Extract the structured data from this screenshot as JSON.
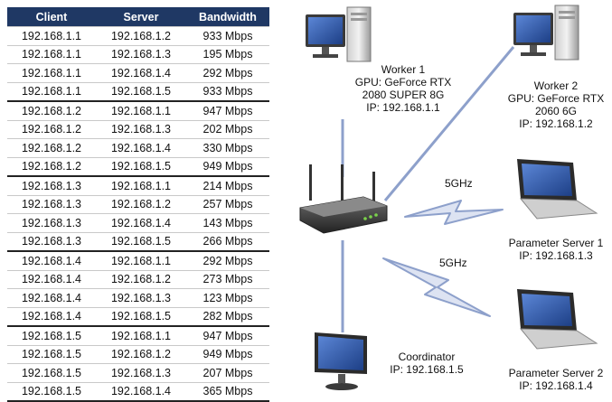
{
  "table": {
    "headers": [
      "Client",
      "Server",
      "Bandwidth"
    ],
    "rows": [
      [
        "192.168.1.1",
        "192.168.1.2",
        "933 Mbps"
      ],
      [
        "192.168.1.1",
        "192.168.1.3",
        "195 Mbps"
      ],
      [
        "192.168.1.1",
        "192.168.1.4",
        "292 Mbps"
      ],
      [
        "192.168.1.1",
        "192.168.1.5",
        "933 Mbps"
      ],
      [
        "192.168.1.2",
        "192.168.1.1",
        "947 Mbps"
      ],
      [
        "192.168.1.2",
        "192.168.1.3",
        "202 Mbps"
      ],
      [
        "192.168.1.2",
        "192.168.1.4",
        "330 Mbps"
      ],
      [
        "192.168.1.2",
        "192.168.1.5",
        "949 Mbps"
      ],
      [
        "192.168.1.3",
        "192.168.1.1",
        "214 Mbps"
      ],
      [
        "192.168.1.3",
        "192.168.1.2",
        "257 Mbps"
      ],
      [
        "192.168.1.3",
        "192.168.1.4",
        "143 Mbps"
      ],
      [
        "192.168.1.3",
        "192.168.1.5",
        "266 Mbps"
      ],
      [
        "192.168.1.4",
        "192.168.1.1",
        "292 Mbps"
      ],
      [
        "192.168.1.4",
        "192.168.1.2",
        "273 Mbps"
      ],
      [
        "192.168.1.4",
        "192.168.1.3",
        "123 Mbps"
      ],
      [
        "192.168.1.4",
        "192.168.1.5",
        "282 Mbps"
      ],
      [
        "192.168.1.5",
        "192.168.1.1",
        "947 Mbps"
      ],
      [
        "192.168.1.5",
        "192.168.1.2",
        "949 Mbps"
      ],
      [
        "192.168.1.5",
        "192.168.1.3",
        "207 Mbps"
      ],
      [
        "192.168.1.5",
        "192.168.1.4",
        "365 Mbps"
      ]
    ]
  },
  "diagram": {
    "worker1": {
      "name": "Worker 1",
      "gpu": "GPU: GeForce RTX",
      "gpu_model": "2080 SUPER 8G",
      "ip": "IP: 192.168.1.1"
    },
    "worker2": {
      "name": "Worker 2",
      "gpu": "GPU: GeForce RTX",
      "gpu_model": "2060 6G",
      "ip": "IP: 192.168.1.2"
    },
    "ps1": {
      "name": "Parameter Server 1",
      "ip": "IP: 192.168.1.3"
    },
    "ps2": {
      "name": "Parameter Server 2",
      "ip": "IP: 192.168.1.4"
    },
    "coordinator": {
      "name": "Coordinator",
      "ip": "IP: 192.168.1.5"
    },
    "wifi_label_1": "5GHz",
    "wifi_label_2": "5GHz"
  },
  "colors": {
    "header_bg": "#1f3864",
    "link_line": "#8da0cb",
    "screen_blue": "#2f5aa8"
  },
  "icons": [
    "desktop-pc-icon",
    "laptop-icon",
    "monitor-icon",
    "wifi-router-icon",
    "lightning-bolt-icon"
  ]
}
